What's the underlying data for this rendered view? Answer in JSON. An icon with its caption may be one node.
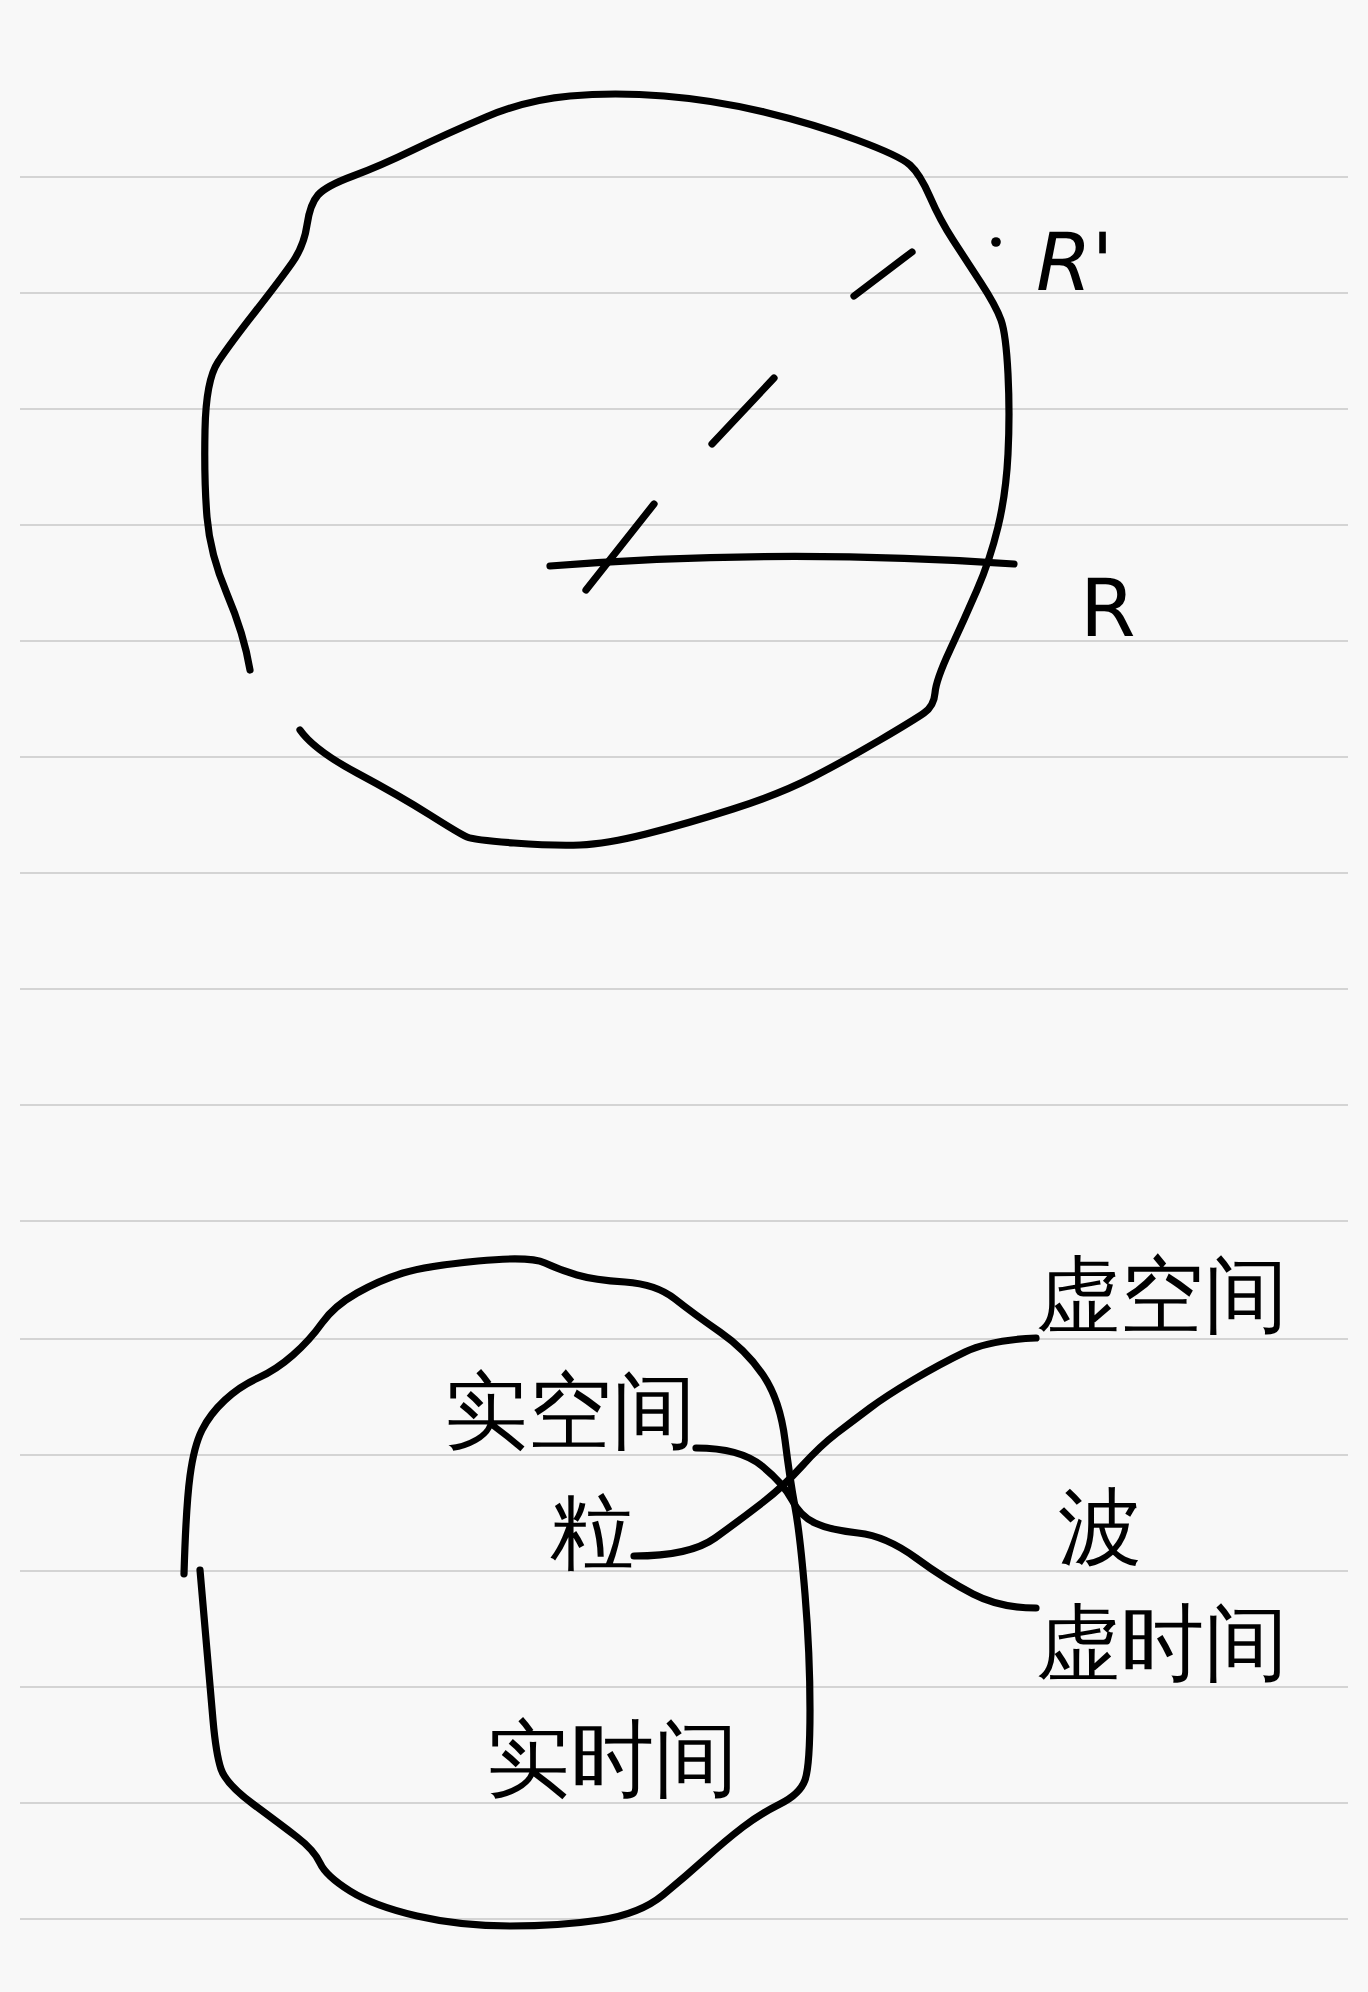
{
  "diagram": {
    "nodes": [
      {
        "text": [],
        "shape": "circle"
      },
      {
        "text": [],
        "shape": "circle"
      },
      {
        "text": [
          "实空间"
        ],
        "in": 1
      },
      {
        "text": [
          "粒"
        ],
        "in": 1
      },
      {
        "text": [
          "实时间"
        ],
        "in": 1
      },
      {
        "text": [
          "虚空间"
        ]
      },
      {
        "text": [
          "虚时间"
        ]
      }
    ],
    "edges": [
      {
        "from": 3,
        "to": 5,
        "arrow": "none"
      },
      {
        "from": 2,
        "to": 6,
        "arrow": "none"
      }
    ],
    "labels": [
      "R'",
      "R",
      "波"
    ]
  }
}
